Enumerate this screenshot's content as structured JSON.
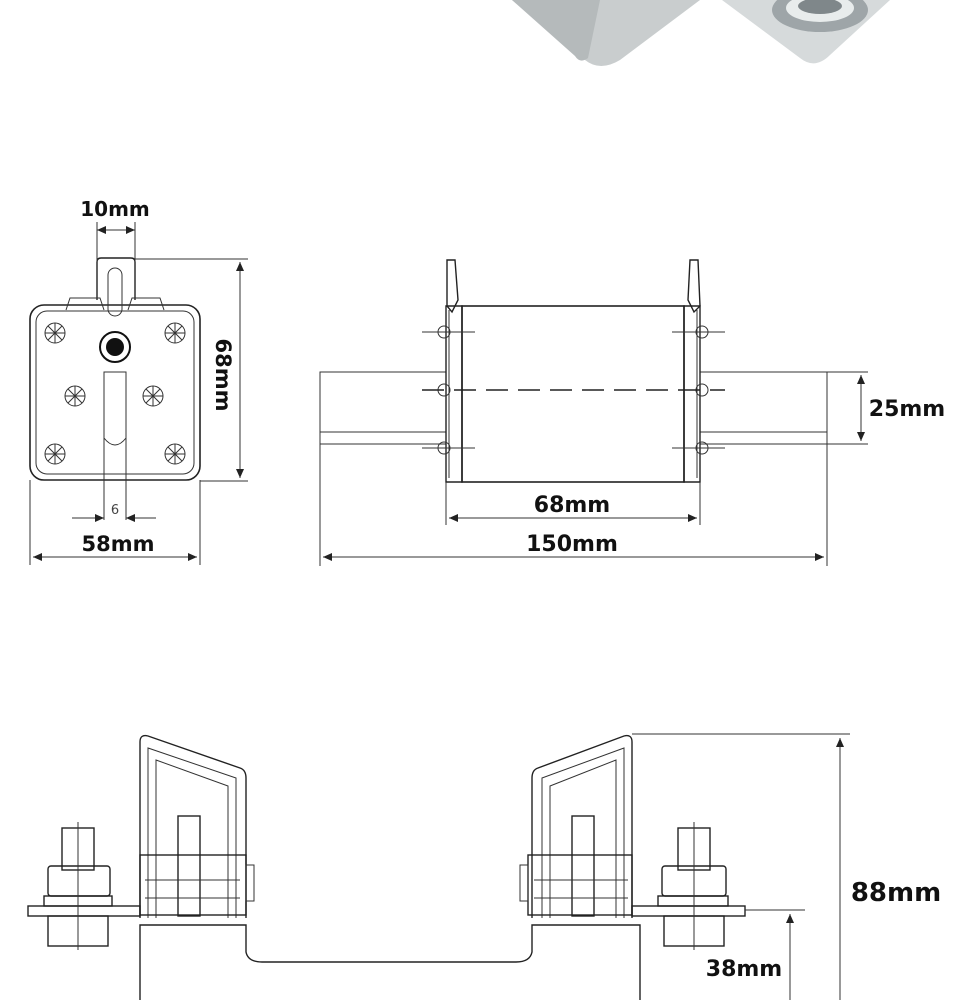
{
  "drawing": {
    "front_view": {
      "slot_width": "10mm",
      "height": "68mm",
      "width": "58mm",
      "knife_thickness": "6"
    },
    "side_view": {
      "blade_width": "25mm",
      "body_length": "68mm",
      "total_length": "150mm"
    },
    "base_view": {
      "total_height": "88mm",
      "contact_height": "38mm"
    },
    "colors": {
      "line": "#222222",
      "photo_gray": "#c8ccce"
    }
  }
}
